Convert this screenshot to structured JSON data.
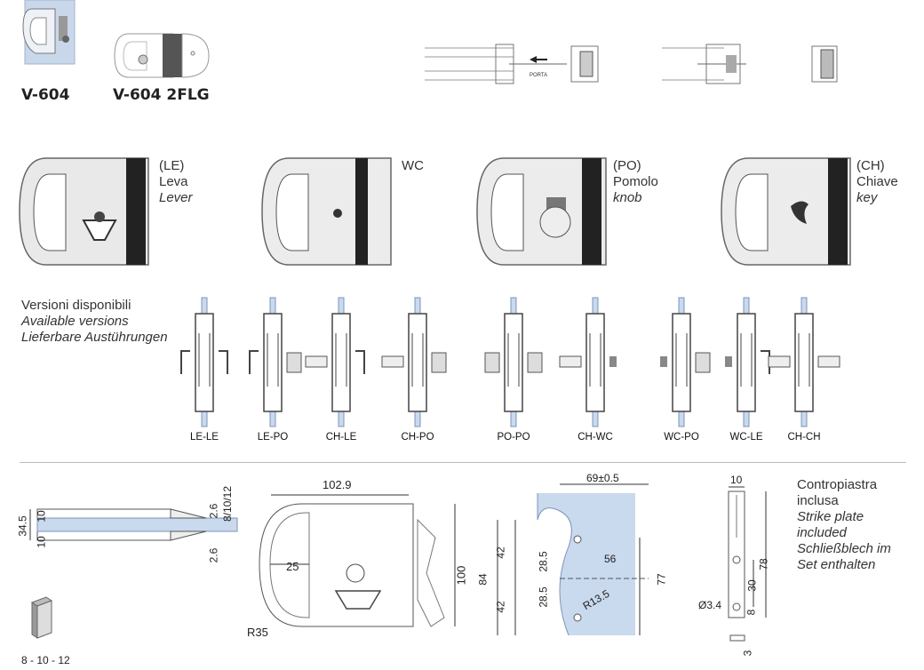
{
  "models": {
    "m1": "V-604",
    "m2": "V-604 2FLG"
  },
  "door_label": "PORTA",
  "finishes": [
    {
      "code": "(LE)",
      "it": "Leva",
      "en": "Lever"
    },
    {
      "code": "WC",
      "it": "",
      "en": ""
    },
    {
      "code": "(PO)",
      "it": "Pomolo",
      "en": "knob"
    },
    {
      "code": "(CH)",
      "it": "Chiave",
      "en": "key"
    }
  ],
  "versions_title": {
    "it": "Versioni disponibili",
    "en": "Available versions",
    "de": "Lieferbare Austührungen"
  },
  "versions": [
    "LE-LE",
    "LE-PO",
    "CH-LE",
    "CH-PO",
    "PO-PO",
    "CH-WC",
    "WC-PO",
    "WC-LE",
    "CH-CH"
  ],
  "glass_thickness": "8 - 10 - 12",
  "dims": {
    "side": {
      "total": "34.5",
      "a": "10",
      "b": "10",
      "c": "2.6",
      "d": "8/10/12",
      "e": "2.6"
    },
    "front": {
      "width": "102.9",
      "grip": "25",
      "height": "100",
      "radius": "R35"
    },
    "cutout": {
      "top": "69±0.5",
      "h1": "42",
      "h2": "42",
      "total": "84",
      "v1": "28.5",
      "v2": "28.5",
      "x": "56",
      "r": "R13.5",
      "h": "77"
    },
    "strike": {
      "w": "10",
      "h": "78",
      "s": "30",
      "b": "8",
      "hole": "Ø3.4",
      "t": "3"
    }
  },
  "strike_note": {
    "it1": "Contropiastra",
    "it2": "inclusa",
    "en1": "Strike plate",
    "en2": "included",
    "de1": "Schließblech im",
    "de2": "Set enthalten"
  }
}
